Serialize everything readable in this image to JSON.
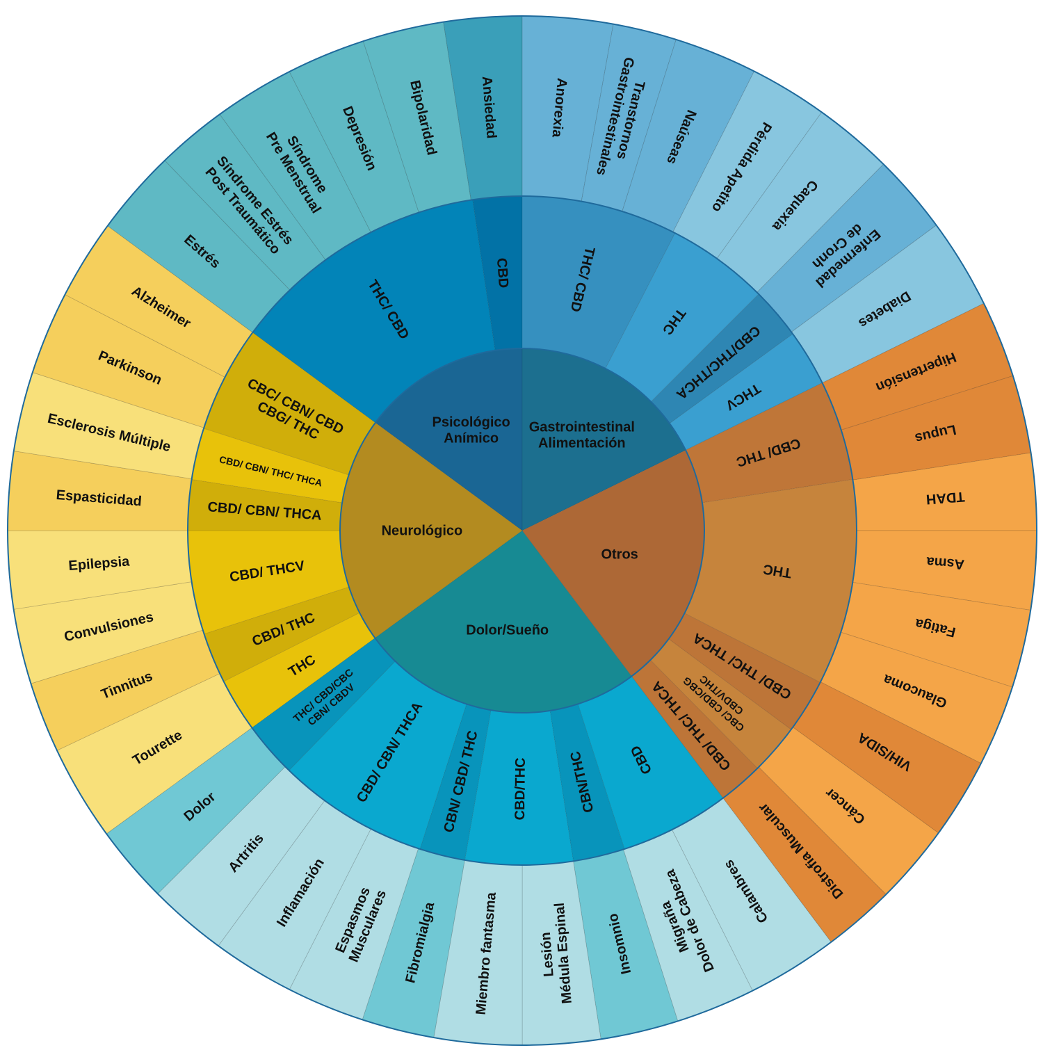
{
  "chart_data": {
    "type": "sunburst",
    "unit": "degrees of arc",
    "start_category": "Psicológico Anímico",
    "inner": [
      {
        "lines": [
          "Psicológico",
          "Anímico"
        ],
        "value": 53.7,
        "color": "#1a6694"
      },
      {
        "lines": [
          "Gastrointestinal",
          "Alimentación"
        ],
        "value": 63.8,
        "color": "#1c6f8f"
      },
      {
        "lines": [
          "Otros"
        ],
        "value": 79.3,
        "color": "#ad6836"
      },
      {
        "lines": [
          "Dolor/Sueño"
        ],
        "value": 90.8,
        "color": "#178a93"
      },
      {
        "lines": [
          "Neurológico"
        ],
        "value": 72.4,
        "color": "#b38b20"
      }
    ],
    "middle": [
      {
        "lines": [
          "THC/ CBD"
        ],
        "value": 45.2,
        "color": "#0284b8"
      },
      {
        "lines": [
          "CBD"
        ],
        "value": 8.5,
        "color": "#0272a6"
      },
      {
        "lines": [
          "THC/ CBD"
        ],
        "value": 27.2,
        "color": "#3690bf"
      },
      {
        "lines": [
          "THC"
        ],
        "value": 17.8,
        "color": "#3a9fd0"
      },
      {
        "lines": [
          "CBD/THC/THCA"
        ],
        "value": 9.0,
        "color": "#2e86b3"
      },
      {
        "lines": [
          "THCV"
        ],
        "value": 9.8,
        "color": "#3a9fd0"
      },
      {
        "lines": [
          "CBD/ THC"
        ],
        "value": 17.4,
        "color": "#bf7638"
      },
      {
        "lines": [
          "THC"
        ],
        "value": 35.8,
        "color": "#c6843c"
      },
      {
        "lines": [
          "CBD/ THC/ THCA"
        ],
        "value": 9.5,
        "color": "#bd7538"
      },
      {
        "lines": [
          "CBC/ CBD/CBG",
          "CBDV/THC"
        ],
        "value": 8.8,
        "color": "#c6843c"
      },
      {
        "lines": [
          "CBD/ THC/ THCA"
        ],
        "value": 7.8,
        "color": "#bd7538"
      },
      {
        "lines": [
          "CBD"
        ],
        "value": 19.1,
        "color": "#0aa8cf"
      },
      {
        "lines": [
          "CBN/THC"
        ],
        "value": 9.0,
        "color": "#0894bb"
      },
      {
        "lines": [
          "CBD/THC"
        ],
        "value": 18.7,
        "color": "#0aa8cf"
      },
      {
        "lines": [
          "CBN/ CBD/ THC"
        ],
        "value": 7.9,
        "color": "#0894bb"
      },
      {
        "lines": [
          "CBD/ CBN/ THCA"
        ],
        "value": 26.4,
        "color": "#0aa8cf"
      },
      {
        "lines": [
          "THC/ CBD/CBC",
          "CBN/ CBDV"
        ],
        "value": 9.7,
        "color": "#0894bb"
      },
      {
        "lines": [
          "THC"
        ],
        "value": 9.3,
        "color": "#e8c20a"
      },
      {
        "lines": [
          "CBD/ THC"
        ],
        "value": 8.8,
        "color": "#d0ae0a"
      },
      {
        "lines": [
          "CBD/ THCV"
        ],
        "value": 18.0,
        "color": "#e8c20a"
      },
      {
        "lines": [
          "CBD/ CBN/ THCA"
        ],
        "value": 8.8,
        "color": "#d0ae0a"
      },
      {
        "lines": [
          "CBD/ CBN/ THC/ THCA"
        ],
        "value": 9.0,
        "color": "#e8c20a"
      },
      {
        "lines": [
          "CBC/ CBN/ CBD",
          "CBG/ THC"
        ],
        "value": 18.5,
        "color": "#d0ae0a"
      }
    ],
    "outer": [
      {
        "lines": [
          "Estrés"
        ],
        "value": 9.7,
        "color": "#5fb9c4"
      },
      {
        "lines": [
          "Síndrome Estrés",
          "Post Traumático"
        ],
        "value": 8.0,
        "color": "#5fb9c4"
      },
      {
        "lines": [
          "Síndrome",
          "Pre Menstrual"
        ],
        "value": 9.1,
        "color": "#5fb9c4"
      },
      {
        "lines": [
          "Depresión"
        ],
        "value": 8.9,
        "color": "#5fb9c4"
      },
      {
        "lines": [
          "Bipolaridad"
        ],
        "value": 9.2,
        "color": "#5fb9c4"
      },
      {
        "lines": [
          "Ansiedad"
        ],
        "value": 8.8,
        "color": "#3a9fb9"
      },
      {
        "lines": [
          "Anorexia"
        ],
        "value": 10.2,
        "color": "#67b1d6"
      },
      {
        "lines": [
          "Transtornos",
          "Gastrointestinales"
        ],
        "value": 7.2,
        "color": "#67b1d6"
      },
      {
        "lines": [
          "Naúseas"
        ],
        "value": 9.4,
        "color": "#67b1d6"
      },
      {
        "lines": [
          "Pérdida Apetito"
        ],
        "value": 8.8,
        "color": "#88c6df"
      },
      {
        "lines": [
          "Caquexia"
        ],
        "value": 9.0,
        "color": "#88c6df"
      },
      {
        "lines": [
          "Enfermedad",
          "de Cronh"
        ],
        "value": 9.0,
        "color": "#67b1d6"
      },
      {
        "lines": [
          "Diabetes"
        ],
        "value": 10.2,
        "color": "#88c6df"
      },
      {
        "lines": [
          "Hipertensión"
        ],
        "value": 8.7,
        "color": "#e08838"
      },
      {
        "lines": [
          "Lupus"
        ],
        "value": 8.8,
        "color": "#e08838"
      },
      {
        "lines": [
          "TDAH"
        ],
        "value": 8.7,
        "color": "#f4a548"
      },
      {
        "lines": [
          "Asma"
        ],
        "value": 8.9,
        "color": "#f4a548"
      },
      {
        "lines": [
          "Fatiga"
        ],
        "value": 8.8,
        "color": "#f4a548"
      },
      {
        "lines": [
          "Glaucoma"
        ],
        "value": 9.2,
        "color": "#f4a548"
      },
      {
        "lines": [
          "VIH/SIDA"
        ],
        "value": 9.1,
        "color": "#e08838"
      },
      {
        "lines": [
          "Cáncer"
        ],
        "value": 9.0,
        "color": "#f4a548"
      },
      {
        "lines": [
          "Distrofia Muscular"
        ],
        "value": 8.1,
        "color": "#e08838"
      },
      {
        "lines": [
          "Calambres"
        ],
        "value": 10.3,
        "color": "#b0dde4"
      },
      {
        "lines": [
          "Migraña",
          "Dolor de Cabeza"
        ],
        "value": 9.0,
        "color": "#b0dde4"
      },
      {
        "lines": [
          "Insomnio"
        ],
        "value": 8.8,
        "color": "#70c8d4"
      },
      {
        "lines": [
          "Lesión",
          "Médula Espinal"
        ],
        "value": 8.8,
        "color": "#b0dde4"
      },
      {
        "lines": [
          "Miembro fantasma"
        ],
        "value": 9.9,
        "color": "#b0dde4"
      },
      {
        "lines": [
          "Fibromialgia"
        ],
        "value": 8.2,
        "color": "#70c8d4"
      },
      {
        "lines": [
          "Espasmos",
          "Musculares"
        ],
        "value": 8.8,
        "color": "#b0dde4"
      },
      {
        "lines": [
          "Inflamación"
        ],
        "value": 9.3,
        "color": "#b0dde4"
      },
      {
        "lines": [
          "Artritis"
        ],
        "value": 8.9,
        "color": "#b0dde4"
      },
      {
        "lines": [
          "Dolor"
        ],
        "value": 8.8,
        "color": "#70c8d4"
      },
      {
        "lines": [
          "Tourette"
        ],
        "value": 10.8,
        "color": "#f8e07a"
      },
      {
        "lines": [
          "Tinnitus"
        ],
        "value": 8.0,
        "color": "#f5cf5c"
      },
      {
        "lines": [
          "Convulsiones"
        ],
        "value": 8.5,
        "color": "#f8e07a"
      },
      {
        "lines": [
          "Epilepsia"
        ],
        "value": 8.8,
        "color": "#f8e07a"
      },
      {
        "lines": [
          "Espasticidad"
        ],
        "value": 8.9,
        "color": "#f5cf5c"
      },
      {
        "lines": [
          "Esclerosis Múltiple"
        ],
        "value": 9.0,
        "color": "#f8e07a"
      },
      {
        "lines": [
          "Parkinson"
        ],
        "value": 9.4,
        "color": "#f5cf5c"
      },
      {
        "lines": [
          "Alzheimer"
        ],
        "value": 9.0,
        "color": "#f5cf5c"
      }
    ],
    "border_color": "#1f6a9c"
  }
}
